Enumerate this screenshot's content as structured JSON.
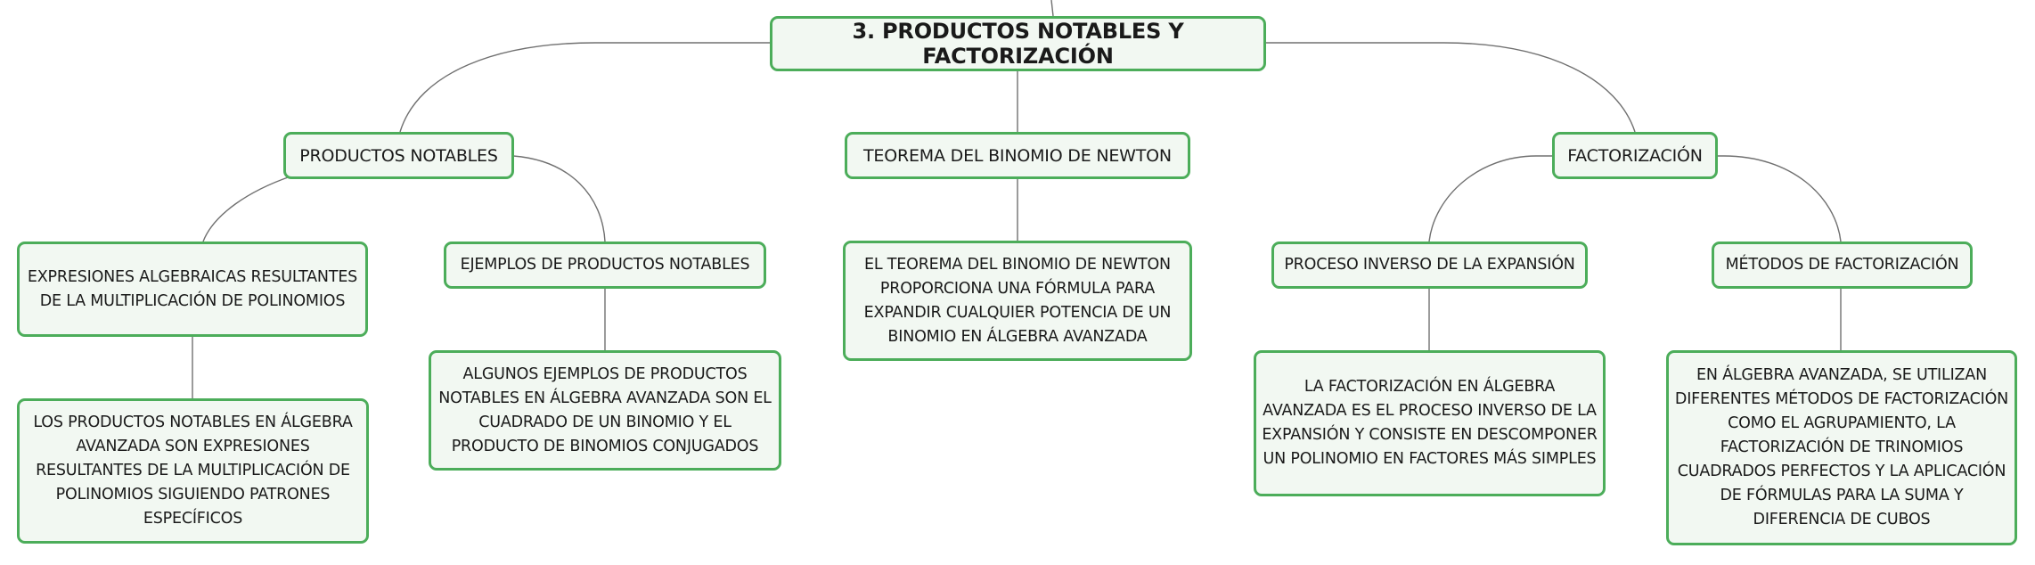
{
  "accent_color": "#4cad5a",
  "node_fill": "#f2f8f2",
  "connector_color": "#707070",
  "root": {
    "label": "3. PRODUCTOS NOTABLES Y FACTORIZACIÓN"
  },
  "branches": {
    "productos_notables": {
      "label": "PRODUCTOS NOTABLES",
      "definition": {
        "label": "EXPRESIONES ALGEBRAICAS RESULTANTES DE LA MULTIPLICACIÓN DE POLINOMIOS",
        "detail": "LOS PRODUCTOS NOTABLES EN ÁLGEBRA AVANZADA SON EXPRESIONES RESULTANTES DE LA MULTIPLICACIÓN DE POLINOMIOS SIGUIENDO PATRONES ESPECÍFICOS"
      },
      "examples": {
        "label": "EJEMPLOS DE PRODUCTOS NOTABLES",
        "detail": "ALGUNOS EJEMPLOS DE PRODUCTOS NOTABLES EN ÁLGEBRA AVANZADA SON EL CUADRADO DE UN BINOMIO Y EL PRODUCTO DE BINOMIOS CONJUGADOS"
      }
    },
    "binomio_newton": {
      "label": "TEOREMA DEL BINOMIO DE NEWTON",
      "detail": "EL TEOREMA DEL BINOMIO DE NEWTON PROPORCIONA UNA FÓRMULA PARA EXPANDIR CUALQUIER POTENCIA DE UN BINOMIO EN ÁLGEBRA AVANZADA"
    },
    "factorizacion": {
      "label": "FACTORIZACIÓN",
      "inverse": {
        "label": "PROCESO INVERSO DE LA EXPANSIÓN",
        "detail": "LA FACTORIZACIÓN EN ÁLGEBRA AVANZADA ES EL PROCESO INVERSO DE LA EXPANSIÓN Y CONSISTE EN DESCOMPONER UN POLINOMIO EN FACTORES MÁS SIMPLES"
      },
      "methods": {
        "label": "MÉTODOS DE FACTORIZACIÓN",
        "detail": "EN ÁLGEBRA AVANZADA, SE UTILIZAN DIFERENTES MÉTODOS DE FACTORIZACIÓN COMO EL AGRUPAMIENTO, LA FACTORIZACIÓN DE TRINOMIOS CUADRADOS PERFECTOS Y LA APLICACIÓN DE FÓRMULAS PARA LA SUMA Y DIFERENCIA DE CUBOS"
      }
    }
  }
}
